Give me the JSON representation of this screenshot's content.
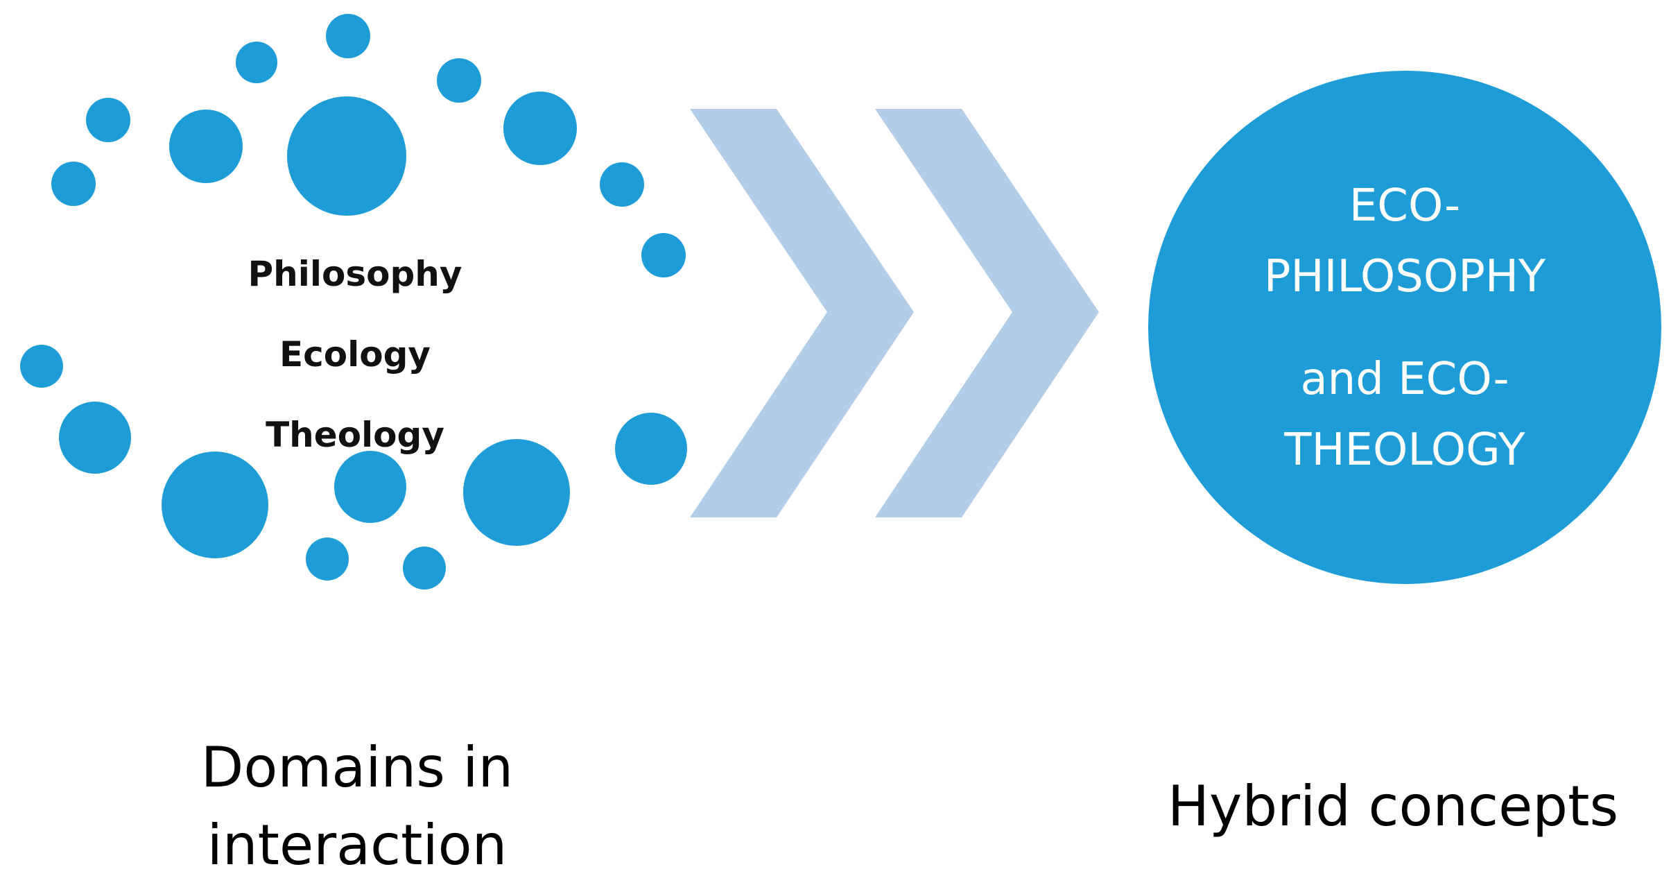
{
  "colors": {
    "dot": "#1E9CD8",
    "hybrid_circle": "#1E9CD8",
    "chevron": "#B3CDE8",
    "domain_text": "#111111",
    "hybrid_text": "#FFFFFF",
    "caption_text": "#000000"
  },
  "domains": {
    "items": [
      {
        "label": "Philosophy"
      },
      {
        "label": "Ecology"
      },
      {
        "label": "Theology"
      }
    ],
    "caption_line1": "Domains in",
    "caption_line2": "interaction"
  },
  "hybrid": {
    "line1": "ECO-",
    "line2": "PHILOSOPHY",
    "line3": "and ECO-",
    "line4": "THEOLOGY",
    "caption": "Hybrid concepts"
  }
}
